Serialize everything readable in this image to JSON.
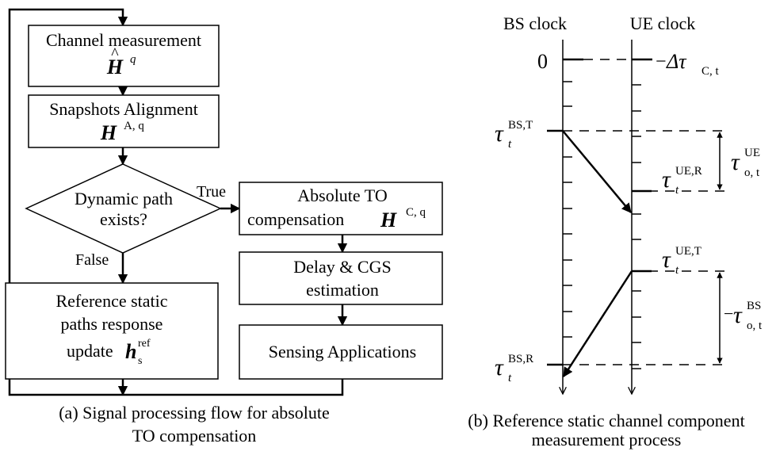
{
  "flow": {
    "channel_measurement": {
      "label": "Channel measurement",
      "math": "H",
      "hat": "^",
      "sup": "q"
    },
    "snapshots_alignment": {
      "label": "Snapshots Alignment",
      "math": "H",
      "sup": "A, q"
    },
    "decision": {
      "line1": "Dynamic path",
      "line2": "exists?",
      "true_label": "True",
      "false_label": "False"
    },
    "absolute_to": {
      "line1": "Absolute TO",
      "line2": "compensation",
      "math": "H",
      "sup": "C, q"
    },
    "delay_cgs": {
      "line1": "Delay & CGS",
      "line2": "estimation"
    },
    "sensing": {
      "label": "Sensing Applications"
    },
    "reference_static": {
      "line1": "Reference static",
      "line2": "paths response",
      "line3": "update",
      "math": "h",
      "sub": "s",
      "sup": "ref"
    },
    "caption_line1": "(a) Signal processing flow for absolute",
    "caption_line2": "TO compensation"
  },
  "timing": {
    "bs_clock": "BS clock",
    "ue_clock": "UE clock",
    "zero": "0",
    "delta": {
      "minus": "−",
      "sym": "Δτ",
      "sub": "C, t"
    },
    "tau_bs_t": {
      "sym": "τ",
      "sub": "t",
      "sup": "BS,T"
    },
    "tau_ue_r": {
      "sym": "τ",
      "sub": "t",
      "sup": "UE,R"
    },
    "tau_o_ue": {
      "sym": "τ",
      "sub": "o, t",
      "sup": "UE"
    },
    "tau_ue_t": {
      "sym": "τ",
      "sub": "t",
      "sup": "UE,T"
    },
    "tau_o_bs": {
      "minus": "−",
      "sym": "τ",
      "sub": "o, t",
      "sup": "BS"
    },
    "tau_bs_r": {
      "sym": "τ",
      "sub": "t",
      "sup": "BS,R"
    },
    "caption_line1": "(b) Reference static channel component",
    "caption_line2": "measurement process"
  }
}
